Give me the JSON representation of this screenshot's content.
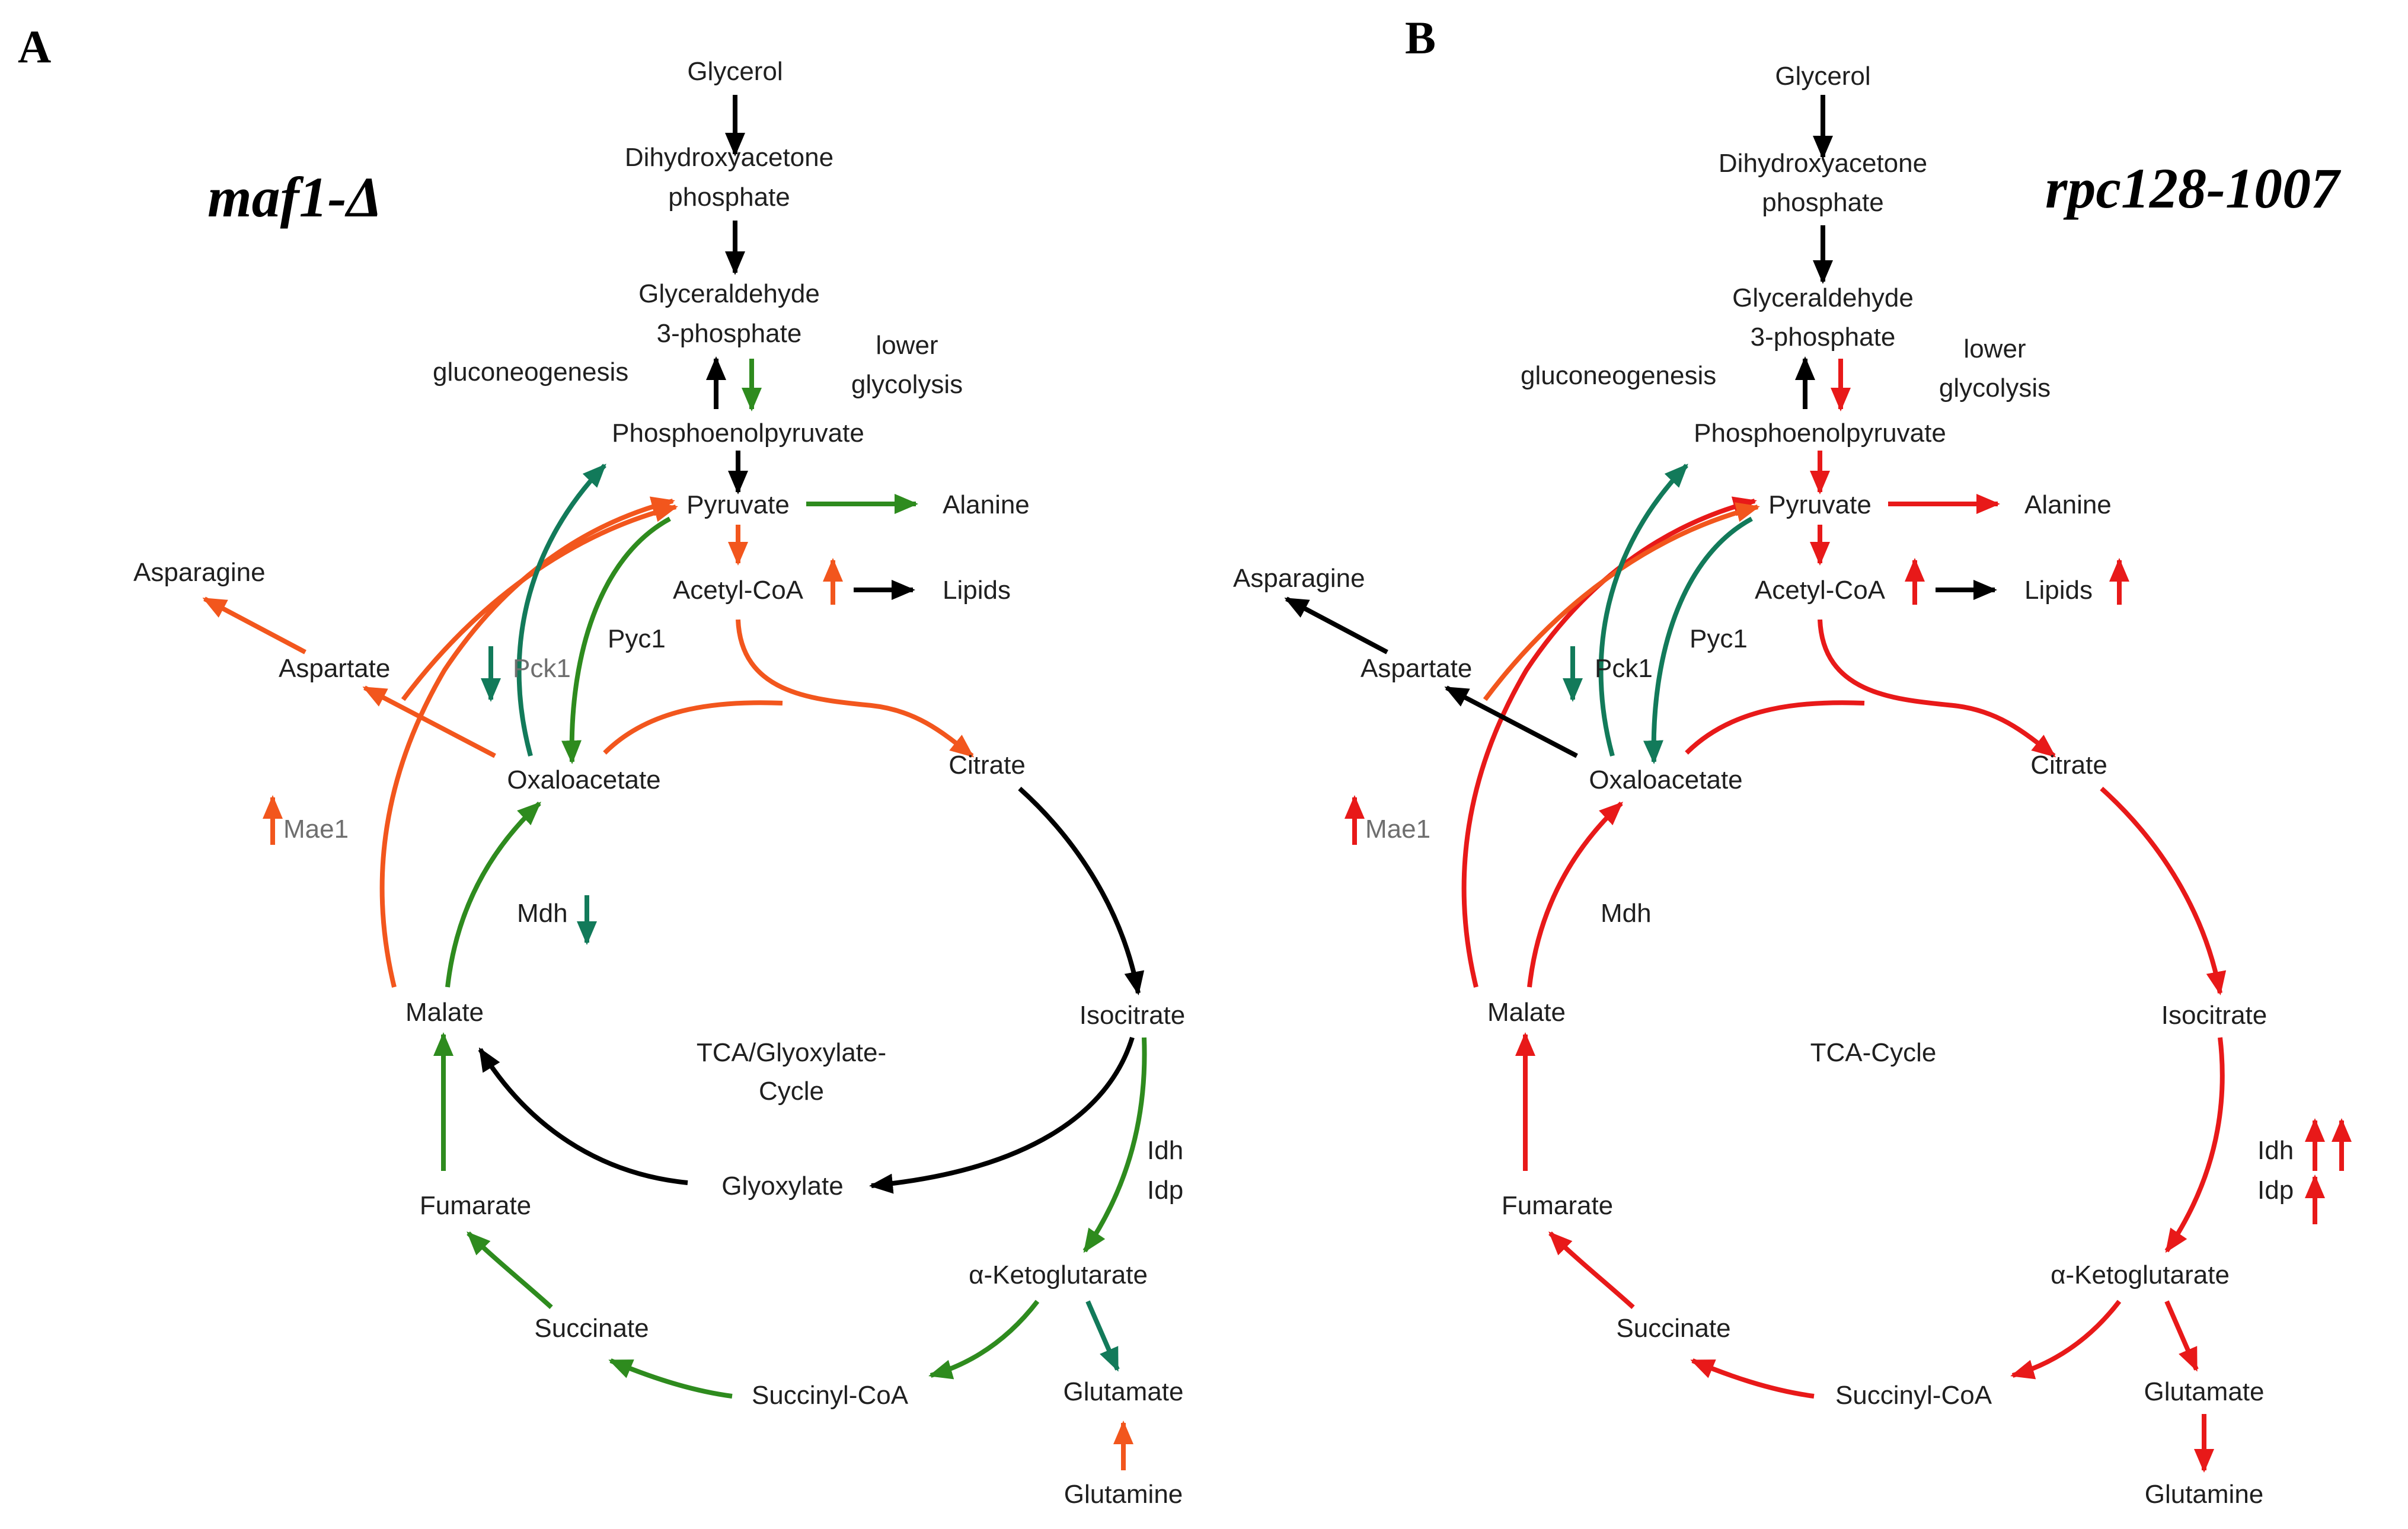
{
  "colors": {
    "black": "#000000",
    "green": "#2e8b1e",
    "teal": "#127a5a",
    "orange": "#f2561d",
    "red": "#e81919"
  },
  "panel_a": {
    "letter": "A",
    "strain": "maf1-Δ",
    "nodes": {
      "glycerol": "Glycerol",
      "dhap_1": "Dihydroxyacetone",
      "dhap_2": "phosphate",
      "g3p_1": "Glyceraldehyde",
      "g3p_2": "3-phosphate",
      "gluconeogenesis": "gluconeogenesis",
      "lower_1": "lower",
      "lower_2": "glycolysis",
      "pep": "Phosphoenolpyruvate",
      "pyruvate": "Pyruvate",
      "alanine": "Alanine",
      "acetyl_coa": "Acetyl-CoA",
      "lipids": "Lipids",
      "asparagine": "Asparagine",
      "aspartate": "Aspartate",
      "pck1": "Pck1",
      "pyc1": "Pyc1",
      "oxaloacetate": "Oxaloacetate",
      "citrate": "Citrate",
      "mae1": "Mae1",
      "mdh": "Mdh",
      "malate": "Malate",
      "isocitrate": "Isocitrate",
      "cycle_1": "TCA/Glyoxylate-",
      "cycle_2": "Cycle",
      "glyoxylate": "Glyoxylate",
      "fumarate": "Fumarate",
      "idh": "Idh",
      "idp": "Idp",
      "akg": "α-Ketoglutarate",
      "succinate": "Succinate",
      "succinyl_coa": "Succinyl-CoA",
      "glutamate": "Glutamate",
      "glutamine": "Glutamine"
    }
  },
  "panel_b": {
    "letter": "B",
    "strain": "rpc128-1007",
    "nodes": {
      "glycerol": "Glycerol",
      "dhap_1": "Dihydroxyacetone",
      "dhap_2": "phosphate",
      "g3p_1": "Glyceraldehyde",
      "g3p_2": "3-phosphate",
      "gluconeogenesis": "gluconeogenesis",
      "lower_1": "lower",
      "lower_2": "glycolysis",
      "pep": "Phosphoenolpyruvate",
      "pyruvate": "Pyruvate",
      "alanine": "Alanine",
      "acetyl_coa": "Acetyl-CoA",
      "lipids": "Lipids",
      "asparagine": "Asparagine",
      "aspartate": "Aspartate",
      "pck1": "Pck1",
      "pyc1": "Pyc1",
      "oxaloacetate": "Oxaloacetate",
      "citrate": "Citrate",
      "mae1": "Mae1",
      "mdh": "Mdh",
      "malate": "Malate",
      "isocitrate": "Isocitrate",
      "cycle_1": "TCA-Cycle",
      "fumarate": "Fumarate",
      "idh": "Idh",
      "idp": "Idp",
      "akg": "α-Ketoglutarate",
      "succinate": "Succinate",
      "succinyl_coa": "Succinyl-CoA",
      "glutamate": "Glutamate",
      "glutamine": "Glutamine"
    }
  }
}
